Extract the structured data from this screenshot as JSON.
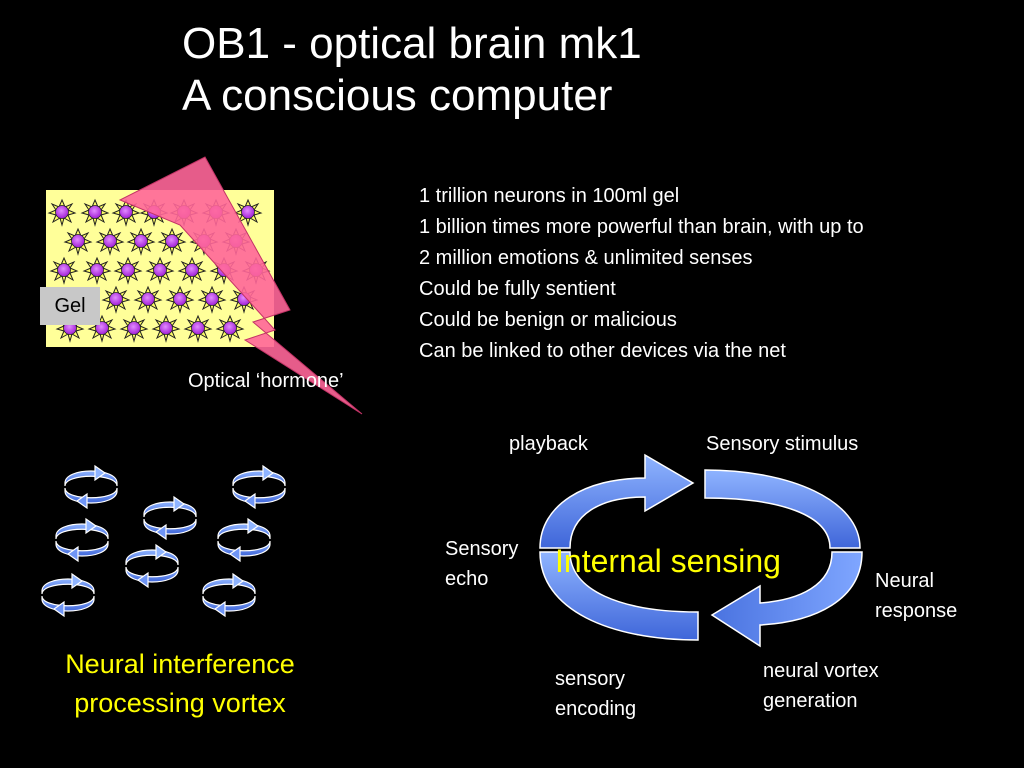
{
  "title": {
    "line1": "OB1 - optical brain mk1",
    "line2": "A conscious computer"
  },
  "bullets": [
    "1 trillion neurons in 100ml gel",
    "1 billion times more powerful than brain, with up to",
    "2 million emotions & unlimited senses",
    "Could be fully sentient",
    "Could be benign or malicious",
    "Can be linked to other devices via the net"
  ],
  "gel_panel": {
    "label": "Gel",
    "hormone_label": "Optical ‘hormone’"
  },
  "vortex_caption": {
    "line1": "Neural interference",
    "line2": "processing vortex"
  },
  "cycle": {
    "center": "Internal sensing",
    "playback": "playback",
    "sensory_stimulus": "Sensory stimulus",
    "sensory_echo_1": "Sensory",
    "sensory_echo_2": "echo",
    "neural_response_1": "Neural",
    "neural_response_2": "response",
    "sensory_encoding_1": "sensory",
    "sensory_encoding_2": "encoding",
    "vortex_generation_1": "neural vortex",
    "vortex_generation_2": "generation"
  },
  "colors": {
    "background": "#000000",
    "text": "#ffffff",
    "accent_yellow": "#ffff00",
    "gel_fill": "#ffff99",
    "neuron_fill": "#cc33ff",
    "neuron_spike": "#ffff66",
    "hormone_beam": "#ff6699",
    "arrow_blue": "#6699ff"
  },
  "icons": [
    "neuron-icon",
    "hormone-lightning-icon",
    "vortex-icon",
    "cycle-arrow-icon"
  ]
}
